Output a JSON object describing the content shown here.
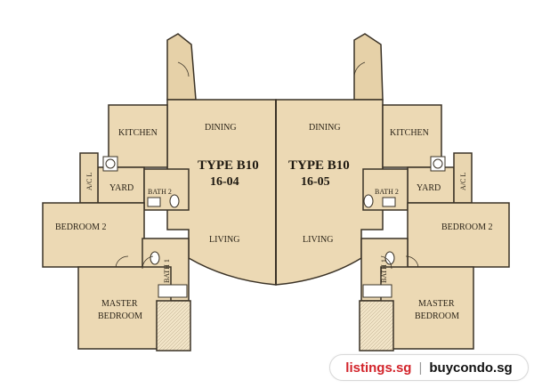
{
  "plan": {
    "left_unit": {
      "type": "TYPE B10",
      "unit": "16-04",
      "rooms": {
        "dining": "DINING",
        "kitchen": "KITCHEN",
        "yard": "YARD",
        "ac": "A/C L",
        "bath2": "BATH 2",
        "bedroom2": "BEDROOM 2",
        "living": "LIVING",
        "bath1": "BATH 1",
        "master_line1": "MASTER",
        "master_line2": "BEDROOM"
      }
    },
    "right_unit": {
      "type": "TYPE B10",
      "unit": "16-05",
      "rooms": {
        "dining": "DINING",
        "kitchen": "KITCHEN",
        "yard": "YARD",
        "ac": "A/C L",
        "bath2": "BATH 2",
        "bedroom2": "BEDROOM 2",
        "living": "LIVING",
        "bath1": "BATH 1",
        "master_line1": "MASTER",
        "master_line2": "BEDROOM"
      }
    }
  },
  "watermark": {
    "brand_left": "listings.sg",
    "separator": "|",
    "brand_right": "buycondo.sg"
  },
  "colors": {
    "floor": "#ecd9b4",
    "wall": "#3a3226",
    "balcony": "#e3cda4",
    "accent_brand": "#d2232a"
  }
}
